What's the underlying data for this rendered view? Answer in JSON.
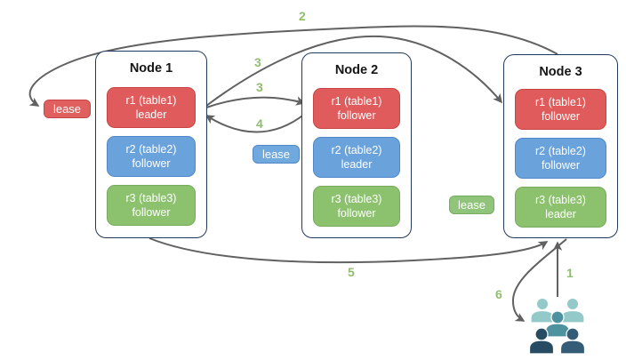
{
  "nodes": [
    {
      "title": "Node 1",
      "replicas": [
        {
          "range": "r1 (table1)",
          "role": "leader",
          "color": "#e05c5c"
        },
        {
          "range": "r2 (table2)",
          "role": "follower",
          "color": "#6aa2db"
        },
        {
          "range": "r3 (table3)",
          "role": "follower",
          "color": "#8cc26e"
        }
      ]
    },
    {
      "title": "Node 2",
      "replicas": [
        {
          "range": "r1 (table1)",
          "role": "follower",
          "color": "#e05c5c"
        },
        {
          "range": "r2 (table2)",
          "role": "leader",
          "color": "#6aa2db"
        },
        {
          "range": "r3 (table3)",
          "role": "follower",
          "color": "#8cc26e"
        }
      ]
    },
    {
      "title": "Node 3",
      "replicas": [
        {
          "range": "r1 (table1)",
          "role": "follower",
          "color": "#e05c5c"
        },
        {
          "range": "r2 (table2)",
          "role": "follower",
          "color": "#6aa2db"
        },
        {
          "range": "r3 (table3)",
          "role": "leader",
          "color": "#8cc26e"
        }
      ]
    }
  ],
  "leases": [
    {
      "label": "lease",
      "for_range": "r1",
      "color": "#e05f5f"
    },
    {
      "label": "lease",
      "for_range": "r2",
      "color": "#70a9dd"
    },
    {
      "label": "lease",
      "for_range": "r3",
      "color": "#90c47a"
    }
  ],
  "steps": {
    "1": "1",
    "2": "2",
    "3a": "3",
    "3b": "3",
    "4": "4",
    "5": "5",
    "6": "6"
  },
  "arrows": [
    {
      "step": "1",
      "from": "clients",
      "to": "node3"
    },
    {
      "step": "2",
      "from": "node3",
      "to": "lease-r1"
    },
    {
      "step": "3",
      "from": "node1-r1-leader",
      "to": "node2-r1-follower"
    },
    {
      "step": "3",
      "from": "node1-r1-leader",
      "to": "node3-r1-follower"
    },
    {
      "step": "4",
      "from": "node2-r1-follower",
      "to": "node1-r1-leader"
    },
    {
      "step": "5",
      "from": "node1",
      "to": "node3"
    },
    {
      "step": "6",
      "from": "node3",
      "to": "clients"
    }
  ],
  "colors": {
    "arrow": "#616161",
    "step_label": "#8fbe6e",
    "node_border": "#23395b",
    "red_fill": "#e05c5c",
    "red_border": "#c94444",
    "blue_fill": "#6aa2db",
    "blue_border": "#5187c8",
    "green_fill": "#8cc26e",
    "green_border": "#76ab5d"
  },
  "users_icon": {
    "name": "users-group",
    "person_colors": [
      "#93c9c9",
      "#93c9c9",
      "#4e92a0",
      "#264b62",
      "#345c76"
    ]
  }
}
